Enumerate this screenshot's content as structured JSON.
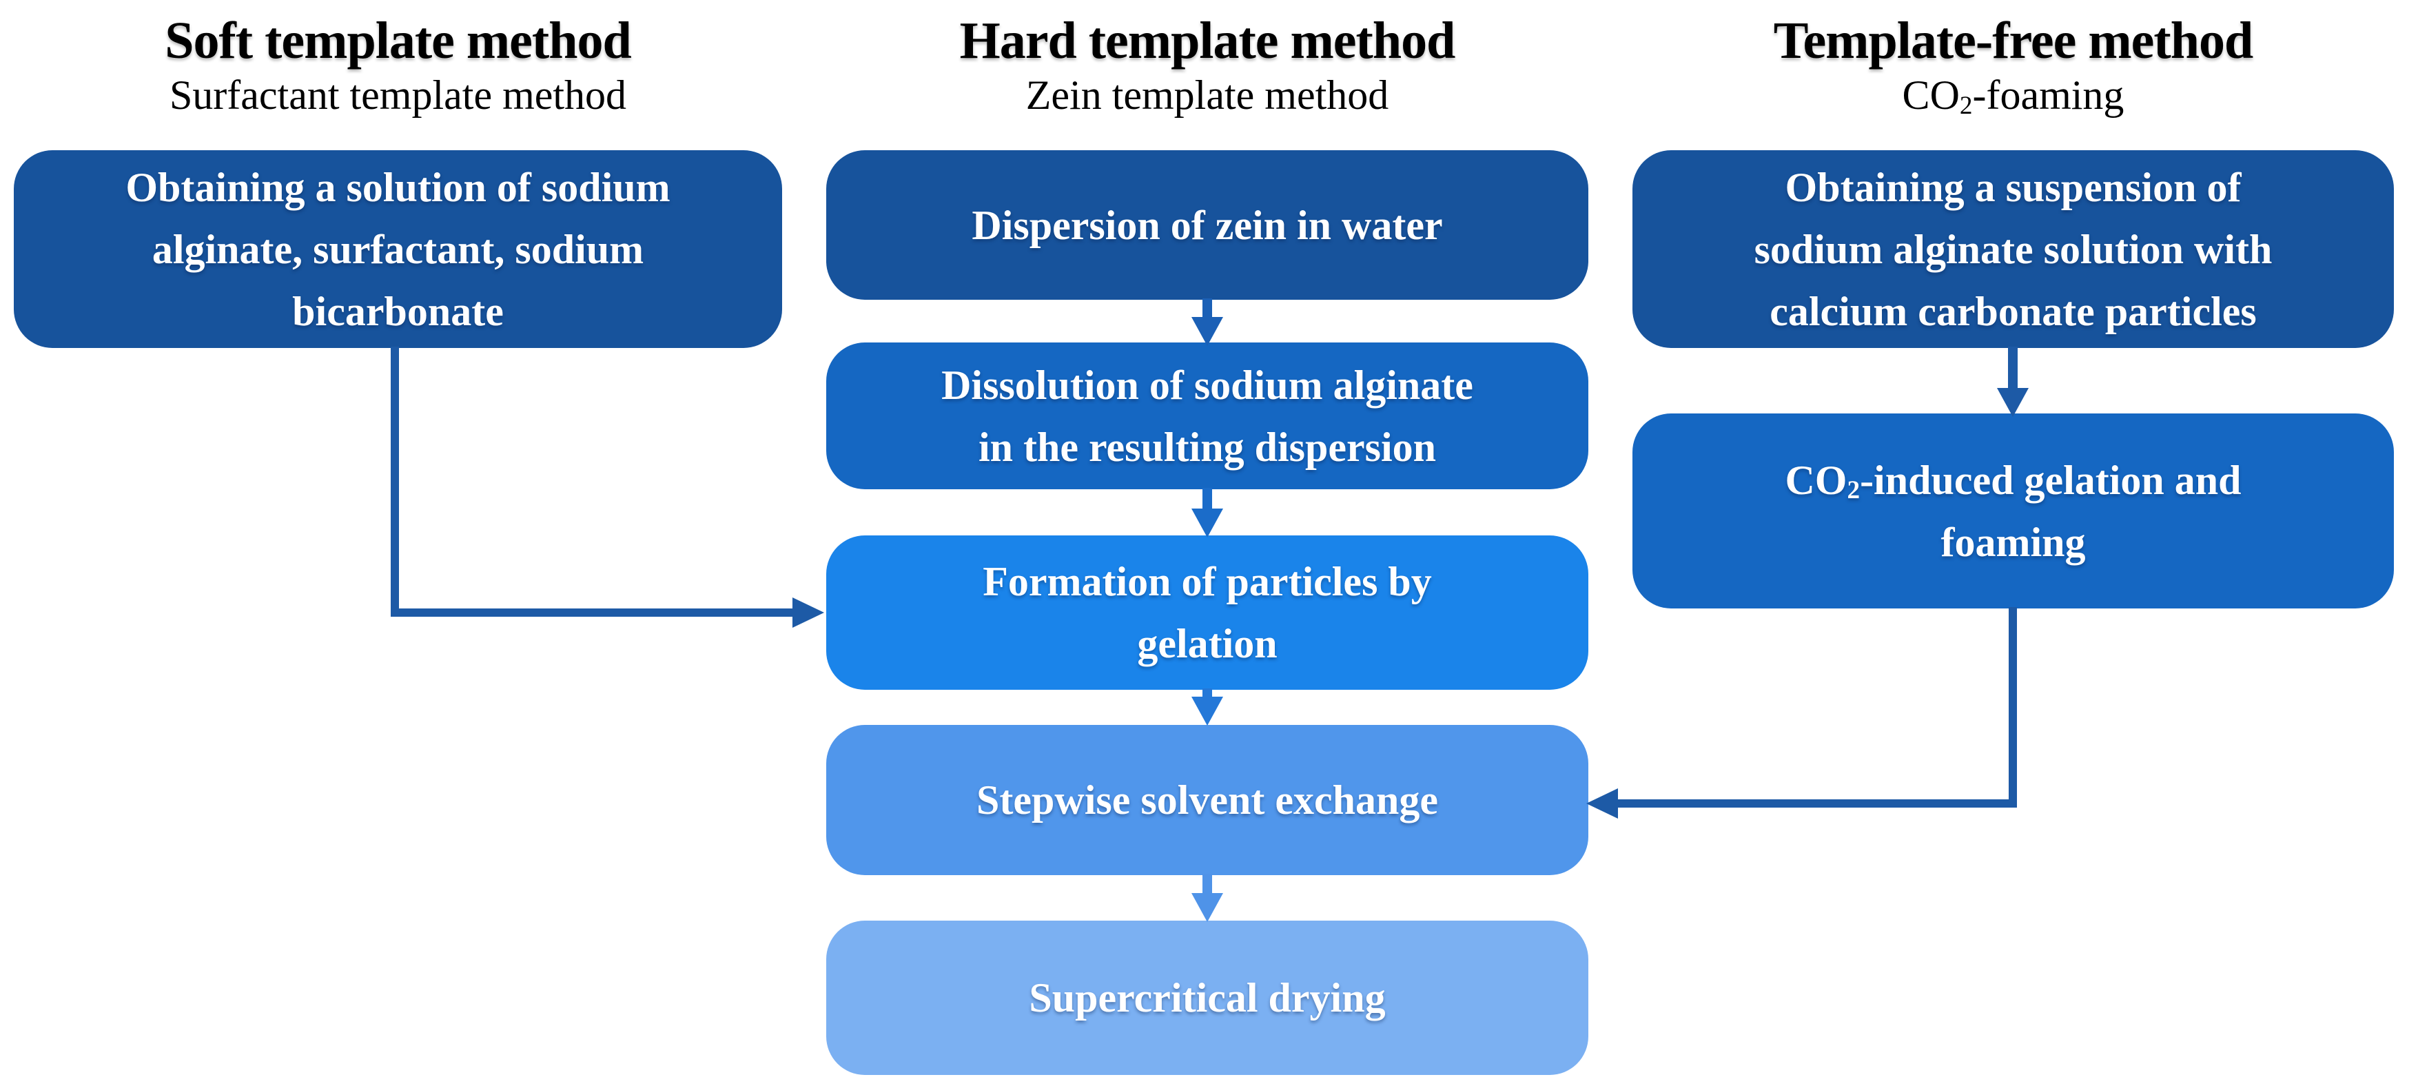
{
  "figure": {
    "type": "flowchart",
    "background": "#ffffff"
  },
  "colors": {
    "row1": "#17539c",
    "row2": "#1567c2",
    "row3": "#1a84ea",
    "row4": "#5096eb",
    "row5": "#7bb0f2",
    "connector": "#1d5aa6",
    "arrow_row1_row2": "#1b60b6",
    "arrow_row2_row3": "#1b6cc9",
    "arrow_row3_row4": "#2478d8",
    "arrow_row4_row5": "#4f93e8",
    "box_text": "#ffffff",
    "header_text": "#000000"
  },
  "columns": [
    {
      "title": "Soft template method",
      "subtitle": "Surfactant template method",
      "boxes": [
        {
          "name": "obtaining-solution",
          "lines": [
            "Obtaining a solution of sodium",
            "alginate, surfactant, sodium",
            "bicarbonate"
          ]
        }
      ]
    },
    {
      "title": "Hard template method",
      "subtitle": "Zein template method",
      "boxes": [
        {
          "name": "dispersion-zein",
          "lines": [
            "Dispersion of zein in water"
          ]
        },
        {
          "name": "dissolution-alginate",
          "lines": [
            "Dissolution of sodium alginate",
            "in the resulting dispersion"
          ]
        },
        {
          "name": "formation-particles",
          "lines": [
            "Formation of particles by",
            "gelation"
          ]
        },
        {
          "name": "stepwise-solvent-exchange",
          "lines": [
            "Stepwise solvent exchange"
          ]
        },
        {
          "name": "supercritical-drying",
          "lines": [
            "Supercritical drying"
          ]
        }
      ]
    },
    {
      "title": "Template-free method",
      "subtitle": {
        "prefix": "CO",
        "sub": "2",
        "suffix": "-foaming"
      },
      "boxes": [
        {
          "name": "obtaining-suspension",
          "lines": [
            "Obtaining a suspension of",
            "sodium alginate solution with",
            "calcium carbonate particles"
          ]
        },
        {
          "name": "co2-induced-gelation",
          "line1": {
            "prefix": "CO",
            "sub": "2",
            "suffix": "-induced gelation and"
          },
          "line2": "foaming"
        }
      ]
    }
  ]
}
